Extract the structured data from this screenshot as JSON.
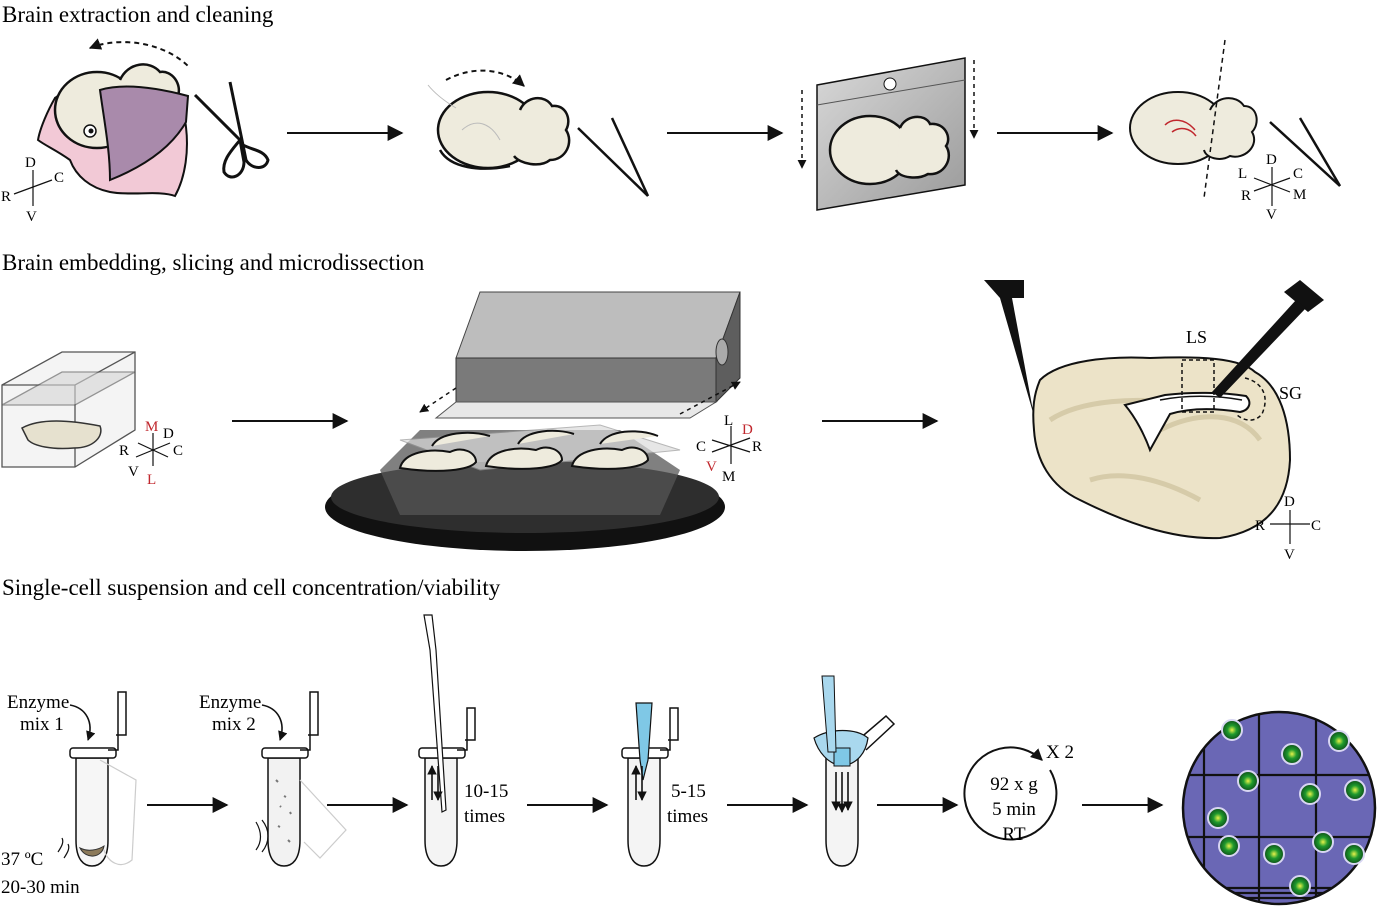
{
  "sections": {
    "s1": "Brain extraction and cleaning",
    "s2": "Brain embedding, slicing and microdissection",
    "s3": "Single-cell suspension and cell concentration/viability"
  },
  "axes": {
    "a1": {
      "d": "D",
      "v": "V",
      "r": "R",
      "c": "C"
    },
    "a2": {
      "d": "D",
      "v": "V",
      "r": "R",
      "c": "C",
      "l": "L",
      "m": "M"
    },
    "a3": {
      "m": "M",
      "l": "L",
      "d": "D",
      "v": "V",
      "r": "R",
      "c": "C"
    },
    "a4": {
      "l": "L",
      "d": "D",
      "v": "V",
      "c": "C",
      "r": "R",
      "m": "M"
    },
    "a5": {
      "d": "D",
      "v": "V",
      "r": "R",
      "c": "C"
    }
  },
  "regions": {
    "ls": "LS",
    "sg": "SG"
  },
  "steps": {
    "enzyme1": [
      "Enzyme",
      "mix 1"
    ],
    "enzyme2": [
      "Enzyme",
      "mix 2"
    ],
    "temp": "37 ºC",
    "time": "20-30 min",
    "pipette1": [
      "10-15",
      "times"
    ],
    "pipette2": [
      "5-15",
      "times"
    ],
    "spin": [
      "92 x g",
      "5 min",
      "RT"
    ],
    "repeat": "X 2"
  },
  "colors": {
    "head_pink": "#f2c9d6",
    "skin_purple": "#a98aab",
    "brain_cream": "#eeebdd",
    "tissue_beige": "#ece3c8",
    "tip_blue": "#7fc8e6",
    "counting_purple": "#6a67b5",
    "cell_green": "#1f9a2e",
    "accent_red": "#c0272d"
  }
}
